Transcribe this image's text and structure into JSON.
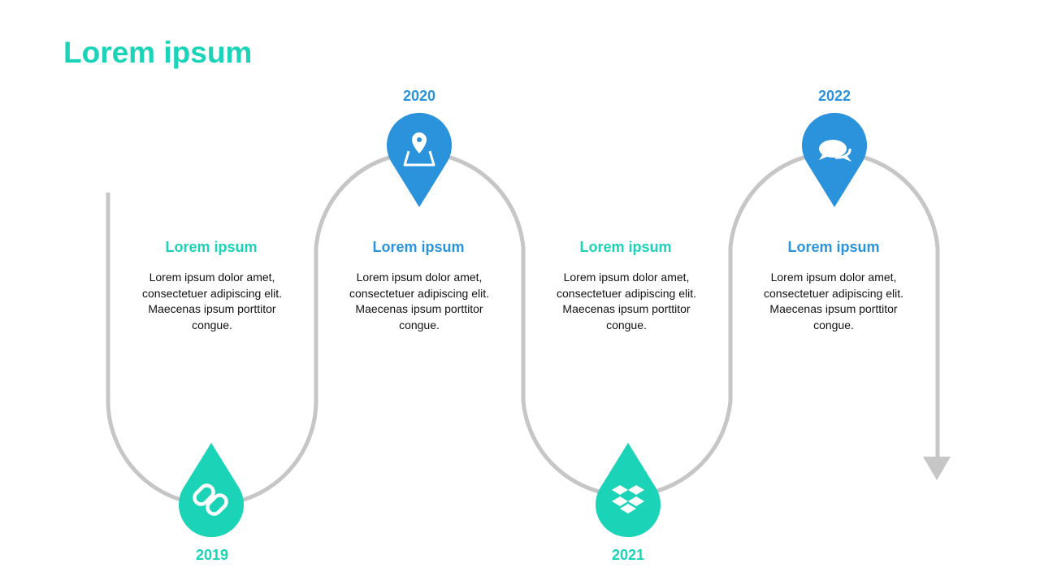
{
  "title": "Lorem ipsum",
  "colors": {
    "teal": "#1bd3b6",
    "blue": "#2a93dc",
    "path": "#c6c6c6"
  },
  "milestones": [
    {
      "year": "2019",
      "heading": "Lorem ipsum",
      "body": "Lorem ipsum dolor amet, consectetuer adipiscing elit. Maecenas ipsum porttitor congue.",
      "icon": "link-icon",
      "color": "teal"
    },
    {
      "year": "2020",
      "heading": "Lorem ipsum",
      "body": "Lorem ipsum dolor amet, consectetuer adipiscing elit. Maecenas ipsum porttitor congue.",
      "icon": "map-pin-icon",
      "color": "blue"
    },
    {
      "year": "2021",
      "heading": "Lorem ipsum",
      "body": "Lorem ipsum dolor amet, consectetuer adipiscing elit. Maecenas ipsum porttitor congue.",
      "icon": "dropbox-icon",
      "color": "teal"
    },
    {
      "year": "2022",
      "heading": "Lorem ipsum",
      "body": "Lorem ipsum dolor amet, consectetuer adipiscing elit. Maecenas ipsum porttitor congue.",
      "icon": "chat-bubbles-icon",
      "color": "blue"
    }
  ]
}
